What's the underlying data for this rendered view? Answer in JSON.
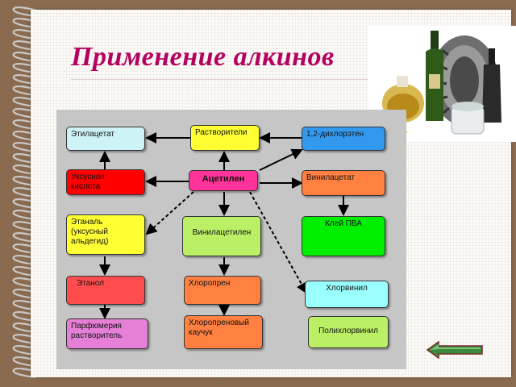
{
  "slide": {
    "title": "Применение алкинов",
    "decoration_image": "bottles-tire-perfume-photo"
  },
  "colors": {
    "title": "#b5005e",
    "cyan": "#cdf3f6",
    "yellow": "#ffff33",
    "blue": "#3399ee",
    "red": "#ff0000",
    "pink": "#ff3399",
    "orange": "#ff8040",
    "green": "#00ee00",
    "lime": "#bbf066",
    "coral": "#ff4d4d",
    "violet": "#e680d6",
    "light_cyan": "#99ffff"
  },
  "diagram": {
    "nodes": {
      "etilacetat": "Этилацетат",
      "rastvoriteli": "Растворители",
      "dihloretan": "1,2-дихлорэтен",
      "uksusnaya": "Уксусная\nкислота",
      "acetilen": "Ацетилен",
      "vinilacetat": "Винилацетат",
      "etanal": "Этаналь\n(уксусный\nальдегид)",
      "vinilacetilen": "Винилацетилен",
      "klei_pva": "Клей ПВА",
      "etanol": "Этанол",
      "hloropren": "Хлоропрен",
      "hlorvinil": "Хлорвинил",
      "parfumeriya": "Парфюмерия\nрастворитель",
      "hloroprenovyi_kauchuk": "Хлоропреновый\nкаучук",
      "polihlorvinil": "Полихлорвинил"
    }
  },
  "navigation": {
    "back_icon": "left-arrow-icon"
  }
}
